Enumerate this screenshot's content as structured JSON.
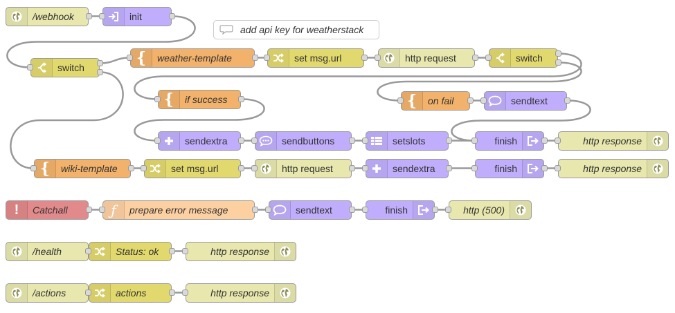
{
  "colors": {
    "http": "#e7e7ae",
    "function_orange": "#f2b26b",
    "change_yellow": "#e2d96e",
    "purple": "#c0aefc",
    "catch_red": "#e2898b",
    "function_light": "#fdd0a2",
    "wire": "#999999"
  },
  "comment": {
    "label": "add api key for weatherstack"
  },
  "nodes": {
    "webhook_in": {
      "label": "/webhook",
      "icon": "globe-icon"
    },
    "init": {
      "label": "init",
      "icon": "login-icon"
    },
    "switch1": {
      "label": "switch",
      "icon": "switch-icon"
    },
    "weather_template": {
      "label": "weather-template",
      "icon": "brace-icon"
    },
    "set_url1": {
      "label": "set msg.url",
      "icon": "shuffle-icon"
    },
    "http_request1": {
      "label": "http request",
      "icon": "globe-icon"
    },
    "switch2": {
      "label": "switch",
      "icon": "switch-icon"
    },
    "if_success": {
      "label": "if success",
      "icon": "brace-icon"
    },
    "on_fail": {
      "label": "on fail",
      "icon": "brace-icon"
    },
    "sendtext1": {
      "label": "sendtext",
      "icon": "speech-bubble-icon"
    },
    "sendextra1": {
      "label": "sendextra",
      "icon": "plus-icon"
    },
    "sendbuttons": {
      "label": "sendbuttons",
      "icon": "chat-dots-icon"
    },
    "setslots": {
      "label": "setslots",
      "icon": "list-icon"
    },
    "finish1": {
      "label": "finish",
      "icon": "exit-icon"
    },
    "http_response1": {
      "label": "http response",
      "icon": "globe-icon"
    },
    "wiki_template": {
      "label": "wiki-template",
      "icon": "brace-icon"
    },
    "set_url2": {
      "label": "set msg.url",
      "icon": "shuffle-icon"
    },
    "http_request2": {
      "label": "http request",
      "icon": "globe-icon"
    },
    "sendextra2": {
      "label": "sendextra",
      "icon": "plus-icon"
    },
    "finish2": {
      "label": "finish",
      "icon": "exit-icon"
    },
    "http_response2": {
      "label": "http response",
      "icon": "globe-icon"
    },
    "catchall": {
      "label": "Catchall",
      "icon": "exclamation-icon"
    },
    "prepare_error": {
      "label": "prepare error message",
      "icon": "function-icon"
    },
    "sendtext2": {
      "label": "sendtext",
      "icon": "speech-bubble-icon"
    },
    "finish3": {
      "label": "finish",
      "icon": "exit-icon"
    },
    "http_500": {
      "label": "http (500)",
      "icon": "globe-icon"
    },
    "health_in": {
      "label": "/health",
      "icon": "globe-icon"
    },
    "status_ok": {
      "label": "Status: ok",
      "icon": "shuffle-icon"
    },
    "http_response3": {
      "label": "http response",
      "icon": "globe-icon"
    },
    "actions_in": {
      "label": "/actions",
      "icon": "globe-icon"
    },
    "actions_change": {
      "label": "actions",
      "icon": "shuffle-icon"
    },
    "http_response4": {
      "label": "http response",
      "icon": "globe-icon"
    }
  }
}
